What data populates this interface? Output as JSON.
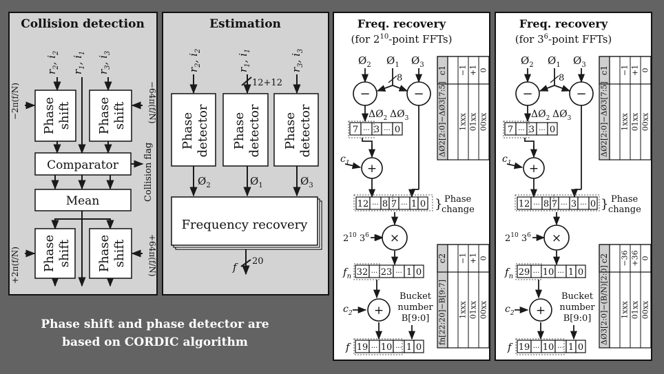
{
  "colors": {
    "background": "#636363",
    "panel_gray": "#d3d3d3",
    "panel_white": "#ffffff",
    "table_header": "#cfcfcf",
    "stroke": "#1a1a1a"
  },
  "footnote": {
    "line1": "Phase shift and phase detector are",
    "line2": "based on CORDIC algorithm"
  },
  "collision": {
    "title": "Collision detection",
    "r2_main": "r",
    "r2_sub": "2",
    "i2_main": "i",
    "i2_sub": "2",
    "r1_main": "r",
    "r1_sub": "1",
    "i1_main": "i",
    "i1_sub": "1",
    "r3_main": "r",
    "r3_sub": "3",
    "i3_main": "i",
    "i3_sub": "3",
    "phase": "Phase",
    "shift": "shift",
    "comparator": "Comparator",
    "mean": "Mean",
    "collision_flag": "Collision flag",
    "in_left_top": "−2π(f/N)",
    "in_right_top": "−64π(f/N)",
    "in_left_bottom": "+2π(f/N)",
    "in_right_bottom": "+64π(f/N)"
  },
  "estimation": {
    "title": "Estimation",
    "phase": "Phase",
    "detector": "detector",
    "bus_width": "12+12",
    "o2": "Ø",
    "o2_sub": "2",
    "o1": "Ø",
    "o1_sub": "1",
    "o3": "Ø",
    "o3_sub": "3",
    "freq_recovery": "Frequency recovery",
    "f_out": "f",
    "f_width": "20"
  },
  "freq10": {
    "title": "Freq. recovery",
    "subtitle_pre": "(for 2",
    "subtitle_exp": "10",
    "subtitle_post": "-point FFTs)",
    "o2": "Ø",
    "o2_sub": "2",
    "o1": "Ø",
    "o1_sub": "1",
    "o3": "Ø",
    "o3_sub": "3",
    "minus": "−",
    "bus8": "8",
    "d2": "ΔØ",
    "d2_sub": "2",
    "d3": "ΔØ",
    "d3_sub": "3",
    "reg1_cells": [
      "7",
      "···",
      "3",
      "···",
      "0"
    ],
    "c1": "c",
    "c1_sub": "1",
    "plus": "+",
    "reg2_cells": [
      "12",
      "···",
      "8",
      "7",
      "···",
      "1",
      "0"
    ],
    "phase_change_1": "Phase",
    "phase_change_2": "change",
    "mult_pre": "2",
    "mult_exp1": "10",
    "mult_mid": " 3",
    "mult_exp2": "6",
    "times": "×",
    "fn": "f",
    "fn_sub": "n",
    "reg3_cells": [
      "32",
      "···",
      "23",
      "···",
      "1",
      "0"
    ],
    "c2": "c",
    "c2_sub": "2",
    "bucket_1": "Bucket",
    "bucket_2": "number",
    "bucket_3": "B[9:0]",
    "f_out": "f",
    "reg4_cells": [
      "19",
      "···",
      "10",
      "···",
      "1",
      "0"
    ],
    "table1": {
      "header": "c1",
      "row_label": "ΔØ2[2:0]−ΔØ3[7:5]",
      "vals": [
        "−1",
        "+1",
        "0"
      ],
      "keys": [
        "1xxx",
        "01xx",
        "00xx"
      ]
    },
    "table2": {
      "header": "c2",
      "row_label": "fn[22:20]−B[9:7]",
      "vals": [
        "−1",
        "+1",
        "0"
      ],
      "keys": [
        "1xxx",
        "01xx",
        "00xx"
      ]
    }
  },
  "freq6": {
    "title": "Freq. recovery",
    "subtitle_pre": "(for 3",
    "subtitle_exp": "6",
    "subtitle_post": "-point FFTs)",
    "o2": "Ø",
    "o2_sub": "2",
    "o1": "Ø",
    "o1_sub": "1",
    "o3": "Ø",
    "o3_sub": "3",
    "minus": "−",
    "bus8": "8",
    "d2": "ΔØ",
    "d2_sub": "2",
    "d3": "ΔØ",
    "d3_sub": "3",
    "reg1_cells": [
      "7",
      "···",
      "3",
      "···",
      "0"
    ],
    "c1": "c",
    "c1_sub": "1",
    "plus": "+",
    "reg2_cells": [
      "12",
      "···",
      "8",
      "7",
      "···",
      "3",
      "···",
      "0"
    ],
    "phase_change_1": "Phase",
    "phase_change_2": "change",
    "mult_pre": "2",
    "mult_exp1": "10",
    "mult_mid": " 3",
    "mult_exp2": "6",
    "times": "×",
    "fn": "f",
    "fn_sub": "n",
    "reg3_cells": [
      "29",
      "···",
      "10",
      "···",
      "1",
      "0"
    ],
    "c2": "c",
    "c2_sub": "2",
    "bucket_1": "Bucket",
    "bucket_2": "number",
    "bucket_3": "B[9:0]",
    "f_out": "f",
    "reg4_cells": [
      "19",
      "···",
      "10",
      "···",
      "1",
      "0"
    ],
    "table1": {
      "header": "c1",
      "row_label": "ΔØ2[2:0]−ΔØ3[7:5]",
      "vals": [
        "−1",
        "+1",
        "0"
      ],
      "keys": [
        "1xxx",
        "01xx",
        "00xx"
      ]
    },
    "table2": {
      "header": "c2",
      "row_label": "ΔØ3[2:0]−(B/N)[2:0]",
      "vals": [
        "−36",
        "+36",
        "0"
      ],
      "keys": [
        "1xxx",
        "01xx",
        "00xx"
      ]
    }
  }
}
